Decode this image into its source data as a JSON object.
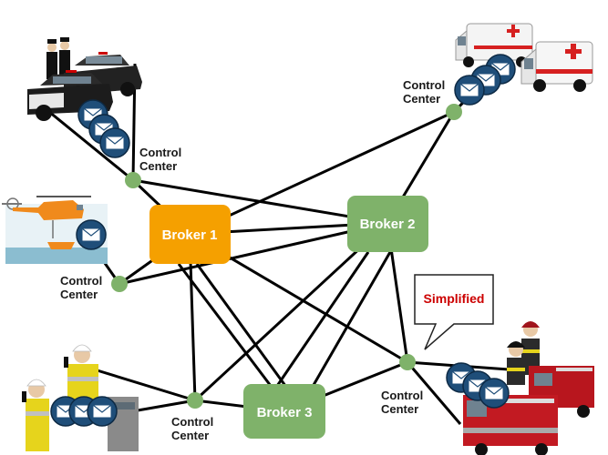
{
  "brokers": {
    "b1": {
      "label": "Broker 1",
      "color": "#f5a000"
    },
    "b2": {
      "label": "Broker 2",
      "color": "#7fb26a"
    },
    "b3": {
      "label": "Broker 3",
      "color": "#7fb26a"
    }
  },
  "control_centers": {
    "police": {
      "line1": "Control",
      "line2": "Center"
    },
    "ambulance": {
      "line1": "Control",
      "line2": "Center"
    },
    "helicopter": {
      "line1": "Control",
      "line2": "Center"
    },
    "workers": {
      "line1": "Control",
      "line2": "Center"
    },
    "fire": {
      "line1": "Control",
      "line2": "Center"
    }
  },
  "callout": {
    "text": "Simplified",
    "color": "#cc0000"
  },
  "colors": {
    "node": "#7fb26a",
    "line": "#000000",
    "envelope": "#1f4e79"
  },
  "icons": [
    "police-car-icon",
    "police-officer-icon",
    "ambulance-icon",
    "rescue-helicopter-icon",
    "lifeboat-icon",
    "worker-with-radio-icon",
    "firefighter-icon",
    "fire-truck-icon",
    "envelope-icon"
  ]
}
